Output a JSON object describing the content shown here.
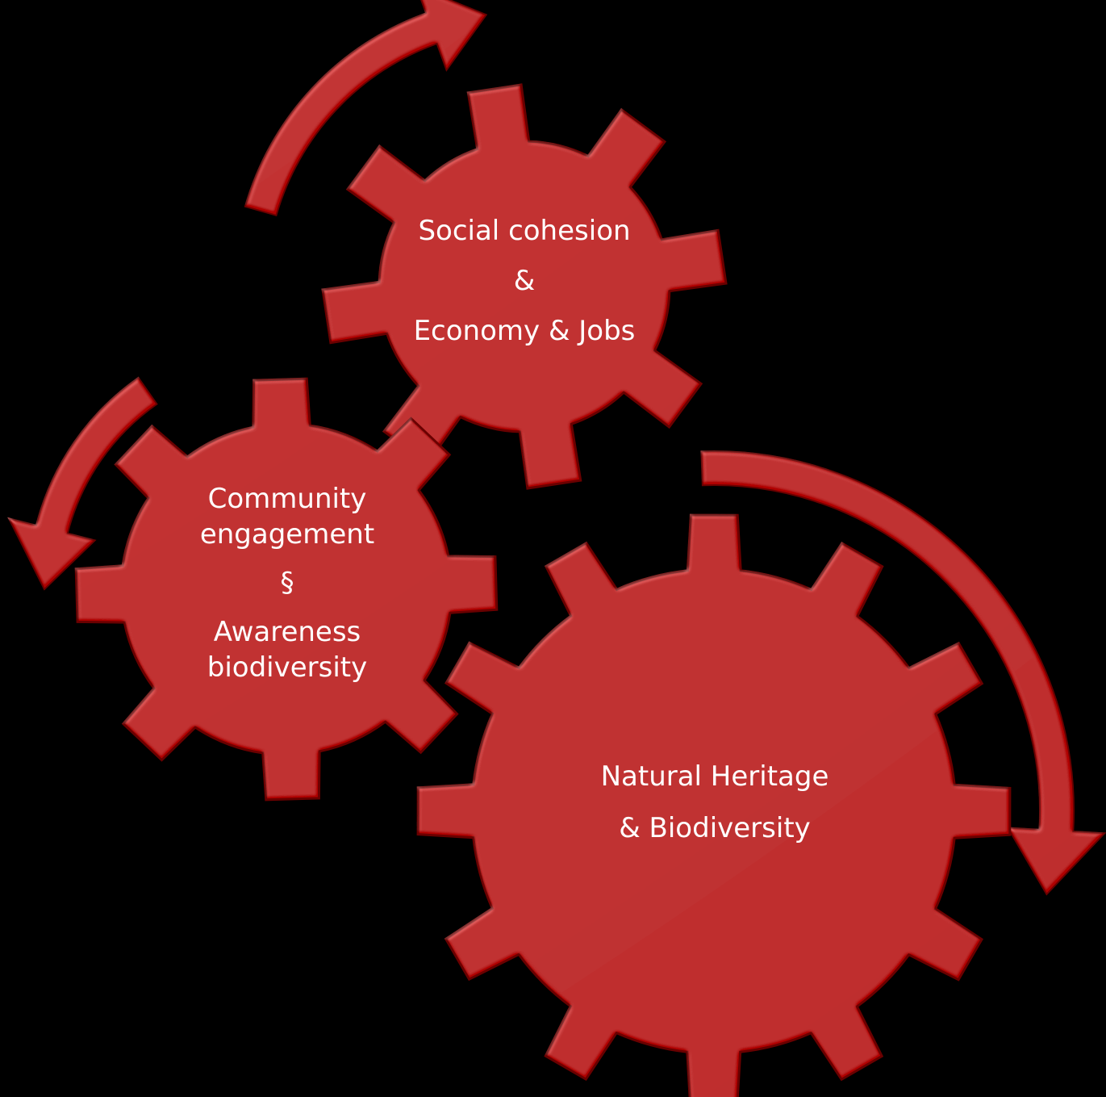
{
  "colors": {
    "background": "#000000",
    "gear_fill": "#b00000",
    "gear_edge": "#6a0000",
    "text": "#ffffff"
  },
  "gears": {
    "top": {
      "lines": [
        "Social cohesion",
        "&",
        "Economy & Jobs"
      ]
    },
    "left": {
      "lines": [
        "Community",
        "engagement",
        "§",
        "Awareness",
        "biodiversity"
      ]
    },
    "bottom": {
      "lines": [
        "Natural Heritage",
        "& Biodiversity"
      ]
    }
  }
}
